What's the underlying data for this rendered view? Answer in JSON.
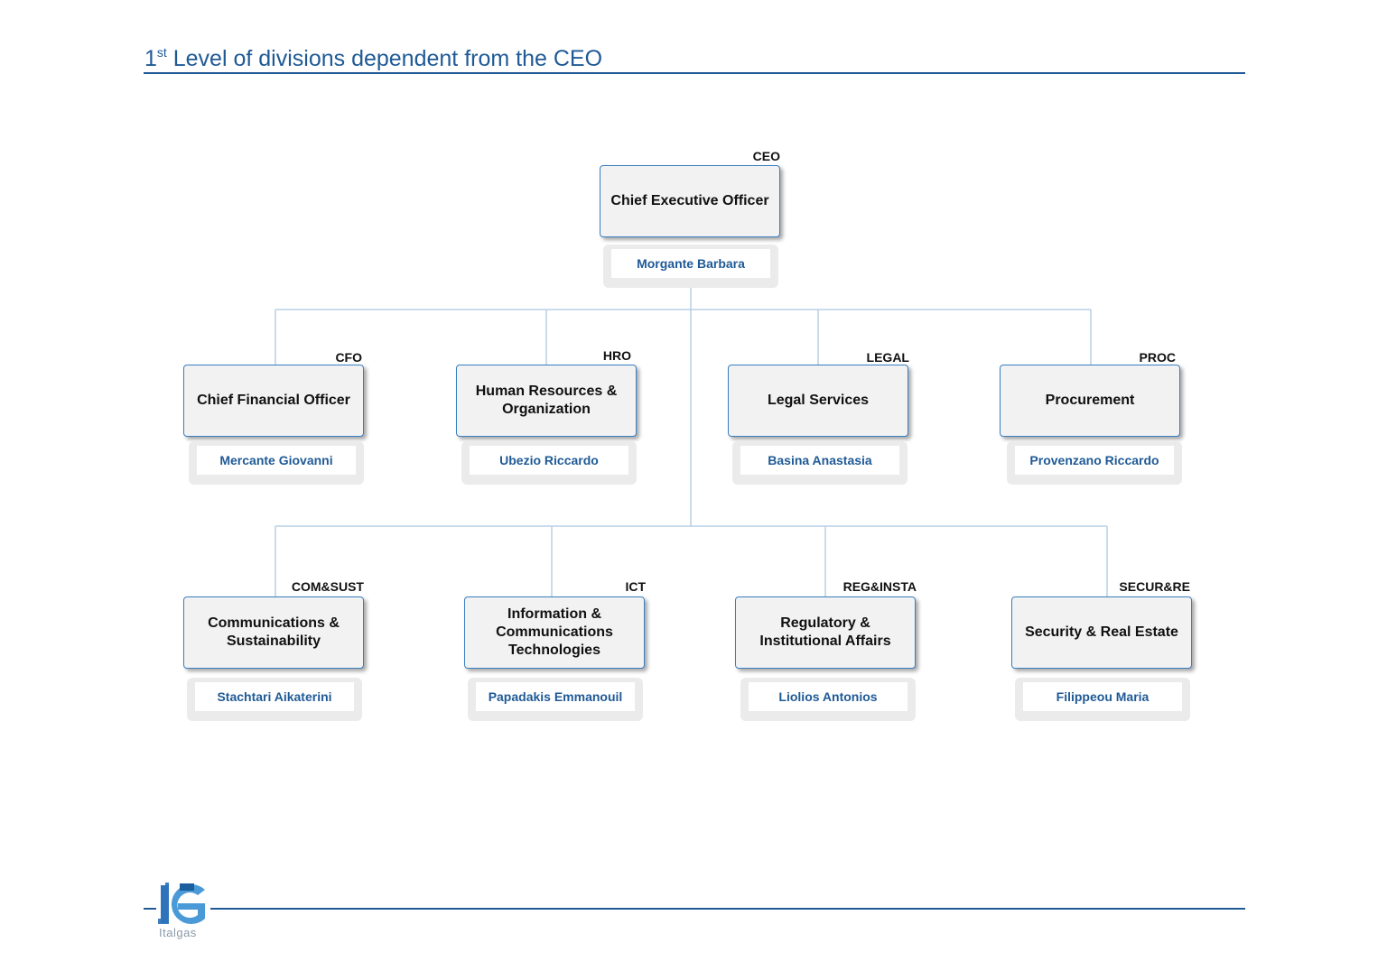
{
  "header": {
    "title_prefix": "1",
    "title_sup": "st",
    "title_rest": " Level of divisions dependent from the CEO"
  },
  "ceo": {
    "code": "CEO",
    "title": "Chief Executive Officer",
    "name": "Morgante Barbara"
  },
  "row1": [
    {
      "code": "CFO",
      "title": "Chief Financial Officer",
      "name": "Mercante Giovanni"
    },
    {
      "code": "HRO",
      "title": "Human Resources & Organization",
      "name": "Ubezio Riccardo"
    },
    {
      "code": "LEGAL",
      "title": "Legal Services",
      "name": "Basina Anastasia"
    },
    {
      "code": "PROC",
      "title": "Procurement",
      "name": "Provenzano Riccardo"
    }
  ],
  "row2": [
    {
      "code": "COM&SUST",
      "title": "Communications & Sustainability",
      "name": "Stachtari Aikaterini"
    },
    {
      "code": "ICT",
      "title": "Information & Communications Technologies",
      "name": "Papadakis Emmanouil"
    },
    {
      "code": "REG&INSTA",
      "title": "Regulatory & Institutional Affairs",
      "name": "Liolios Antonios"
    },
    {
      "code": "SECUR&RE",
      "title": "Security & Real Estate",
      "name": "Filippeou Maria"
    }
  ],
  "footer": {
    "logo_mark": "IG",
    "logo_text": "Italgas"
  },
  "colors": {
    "accent": "#1f5a96",
    "box_border": "#3a7fc0",
    "connector": "#b8d0e6"
  }
}
